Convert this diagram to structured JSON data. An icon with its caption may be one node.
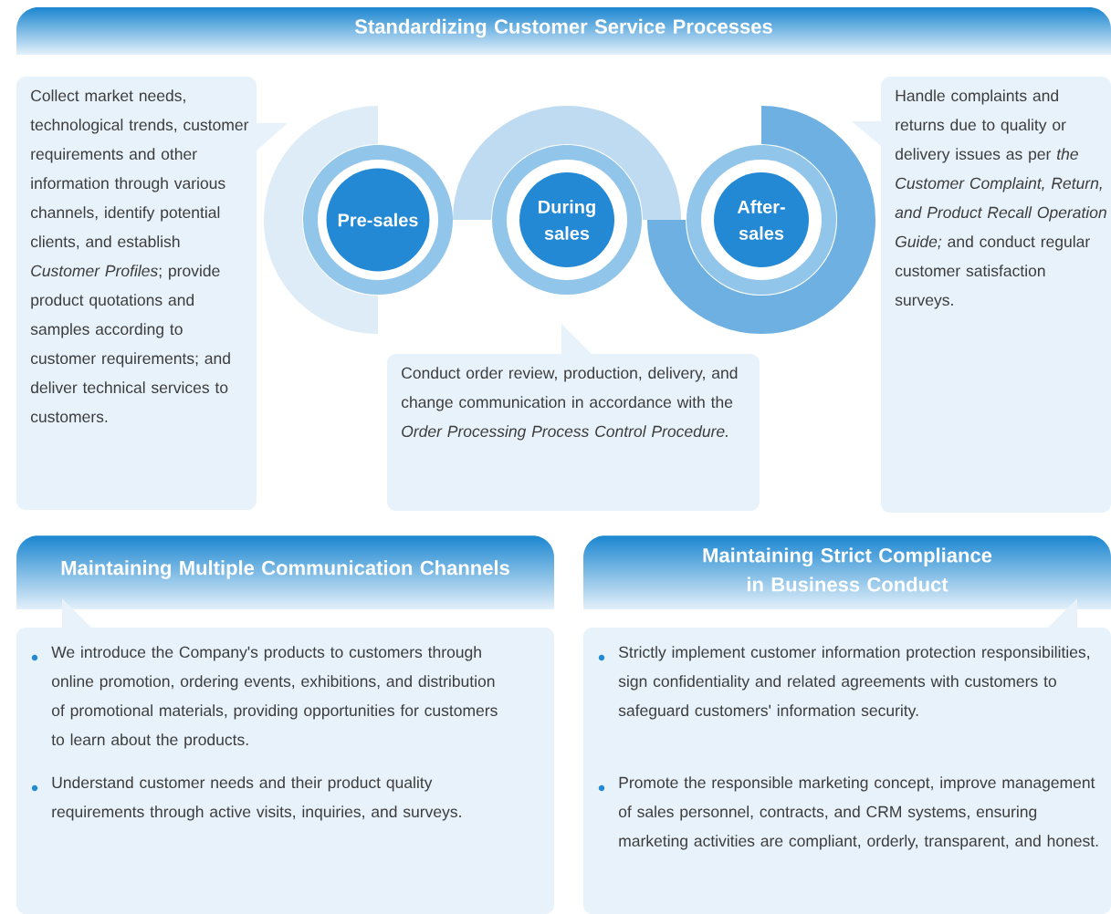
{
  "diagram": {
    "nodes": [
      {
        "text": [
          "Standardizing Customer Service Processes"
        ]
      },
      {
        "text": [
          "Collect market needs, technological trends, customer requirements and other information through various channels, identify potential clients, and establish *Customer Profiles*; provide product quotations and samples according to customer requirements; and deliver technical services to customers."
        ]
      },
      {
        "text": [
          "Pre-sales"
        ]
      },
      {
        "text": [
          "During sales"
        ]
      },
      {
        "text": [
          "After-sales"
        ]
      },
      {
        "text": [
          "Conduct order review, production, delivery, and change communication in accordance with the *Order Processing Process Control Procedure.*"
        ]
      },
      {
        "text": [
          "Handle complaints and returns due to quality or delivery issues as per *the Customer Complaint, Return, and Product Recall Operation Guide;* and conduct regular customer satisfaction surveys."
        ]
      },
      {
        "text": [
          "Maintaining Multiple Communication Channels"
        ]
      },
      {
        "text": [
          "We introduce the Company's products to customers through online promotion, ordering events, exhibitions, and distribution of promotional materials, providing opportunities for customers to learn about the products.",
          "Understand customer needs and their product quality requirements through active visits, inquiries, and surveys."
        ]
      },
      {
        "text": [
          "Maintaining Strict Compliance in Business Conduct"
        ]
      },
      {
        "text": [
          "Strictly implement customer information protection responsibilities, sign confidentiality and related agreements with customers to safeguard customers' information security.",
          "Promote the responsible marketing concept, improve management of sales personnel, contracts, and CRM systems, ensuring marketing activities are compliant, orderly, transparent, and honest."
        ]
      }
    ]
  }
}
